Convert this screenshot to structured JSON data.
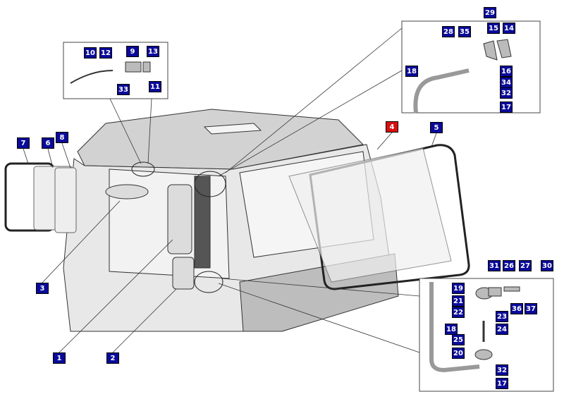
{
  "colors": {
    "label_bg": "#0a0a9a",
    "highlight_label_bg": "#d81010",
    "label_text": "#ffffff"
  },
  "labels": {
    "tl": [
      "10",
      "12",
      "9",
      "13",
      "33",
      "11"
    ],
    "tr": [
      "29",
      "28",
      "35",
      "15",
      "14",
      "18",
      "16",
      "34",
      "32",
      "17"
    ],
    "main": [
      "7",
      "6",
      "8",
      "4",
      "5",
      "3",
      "1",
      "2"
    ],
    "br": [
      "31",
      "26",
      "27",
      "30",
      "19",
      "21",
      "22",
      "23",
      "36",
      "37",
      "24",
      "18",
      "25",
      "20",
      "32",
      "17"
    ]
  },
  "highlighted_part": "4"
}
